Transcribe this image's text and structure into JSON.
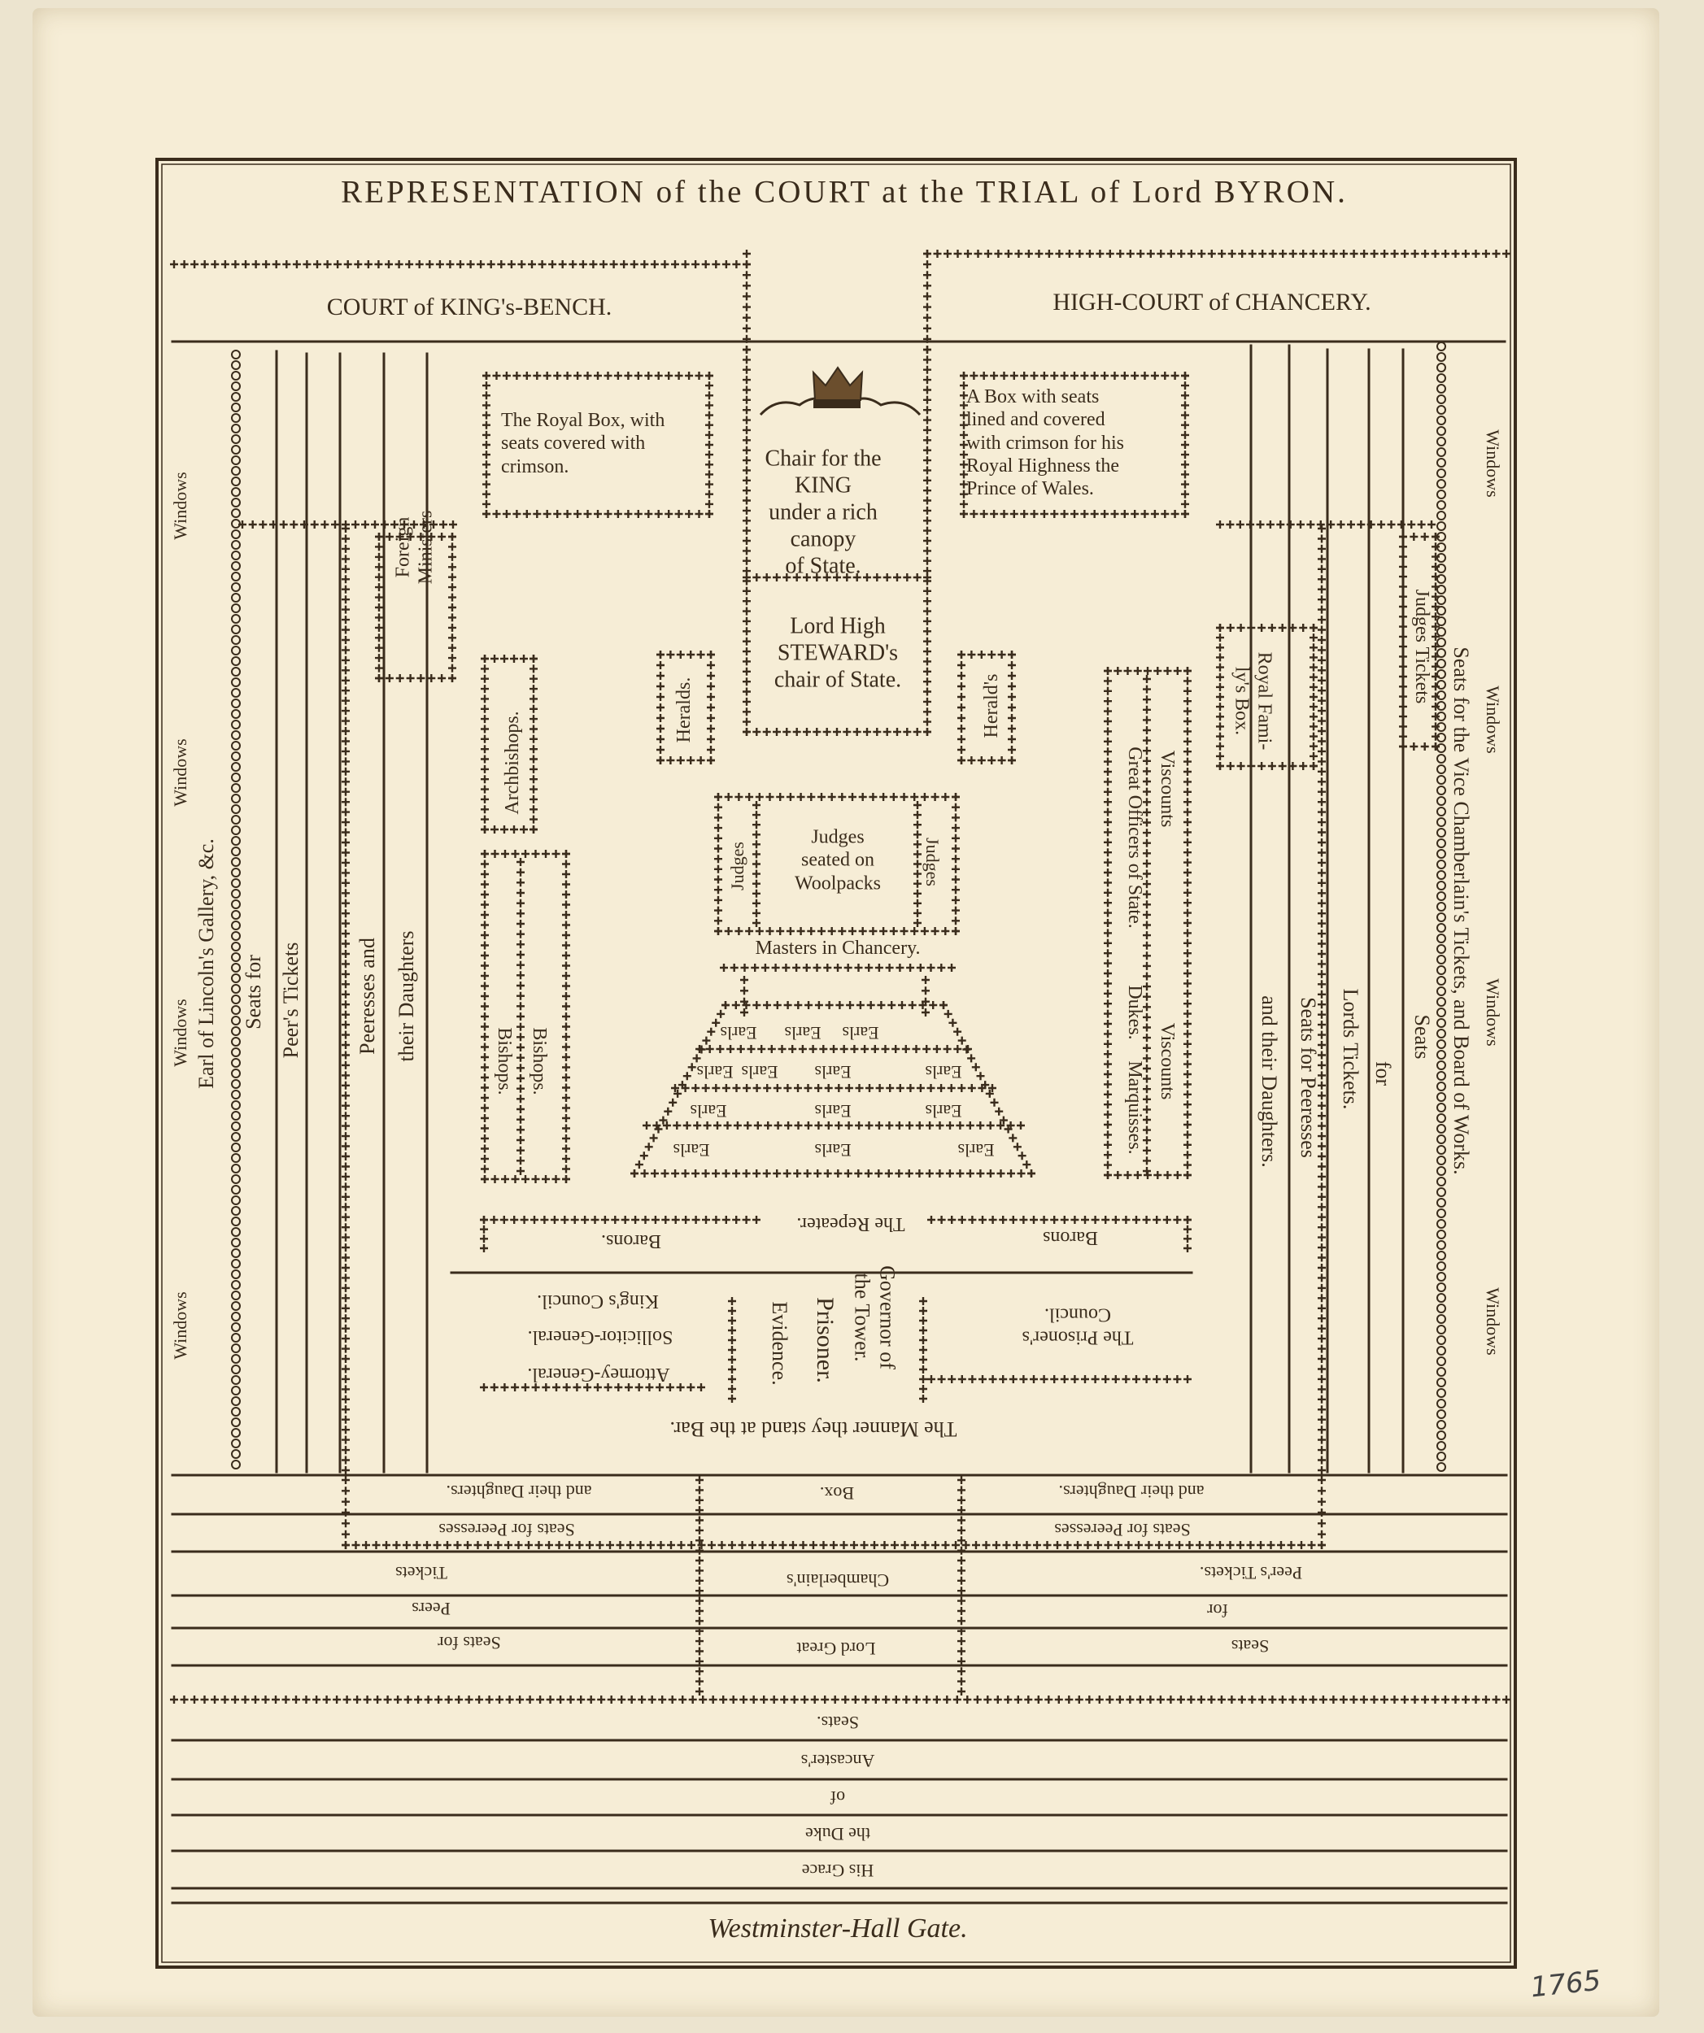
{
  "title": "REPRESENTATION of the COURT at the TRIAL of Lord BYRON.",
  "courts": {
    "kings_bench": "COURT of KING's-BENCH.",
    "chancery": "HIGH-COURT of CHANCERY."
  },
  "windows": "Windows",
  "royal_box": "The Royal Box, with\nseats covered with\ncrimson.",
  "prince_box": "A Box with seats\nlined and covered\nwith crimson for his\nRoyal Highness the\nPrince of Wales.",
  "king_chair": "Chair for the\nKING\nunder a rich\ncanopy\nof State.",
  "steward_chair": "Lord High\nSTEWARD's\nchair of State.",
  "heralds_left": "Heralds.",
  "heralds_right": "Herald's",
  "archbishops": "Archbishops.",
  "bishops": "Bishops.",
  "foreign_ministers": "Foreign\nMinisters",
  "judges_side": "Judges",
  "judges_center": "Judges\nseated on\nWoolpacks",
  "masters": "Masters in Chancery.",
  "earls": "Earls",
  "viscounts": "Viscounts",
  "great_officers": "Great Officers of State.",
  "dukes": "Dukes.",
  "marquisses": "Marquisses.",
  "royal_family_box": "Royal Fami-\nly's Box.",
  "judges_tickets": "Judges Tickets",
  "left_galleries": [
    "Earl of Lincoln's Gallery, &c.",
    "Seats for",
    "Peer's Tickets",
    "Peeresses and",
    "their Daughters"
  ],
  "vice_chamberlain": "Seats for the Vice Chamberlain's Tickets, and Board of Works.",
  "right_galleries": [
    "Seats",
    "for",
    "Lords Tickets.",
    "Seats for Peeresses",
    "and their Daughters."
  ],
  "barons": "Barons.",
  "barons_right": "Barons",
  "repeater": "The Repeater.",
  "attorney_general": "Attorney-General.",
  "solicitor_general": "Sollicitor-General.",
  "kings_council": "King's Council.",
  "evidence": "Evidence.",
  "prisoner": "Prisoner.",
  "governor": "Governor of\nthe Tower.",
  "prisoners_council": "The Prisoner's\nCouncil.",
  "bar_manner": "The Manner they stand at the Bar.",
  "bottom_left": [
    "and their Daughters.",
    "Seats for Peeresses",
    "Tickets",
    "Peers",
    "Seats for"
  ],
  "bottom_center": [
    "Box.",
    "Chamberlain's",
    "Lord Great"
  ],
  "bottom_right": [
    "and their Daughters.",
    "Seats for Peeresses",
    "Peer's Tickets.",
    "for",
    "Seats"
  ],
  "ancaster": [
    "Seats.",
    "Ancaster's",
    "of",
    "the Duke",
    "His Grace"
  ],
  "gate": "Westminster-Hall Gate.",
  "year_note": "1765"
}
